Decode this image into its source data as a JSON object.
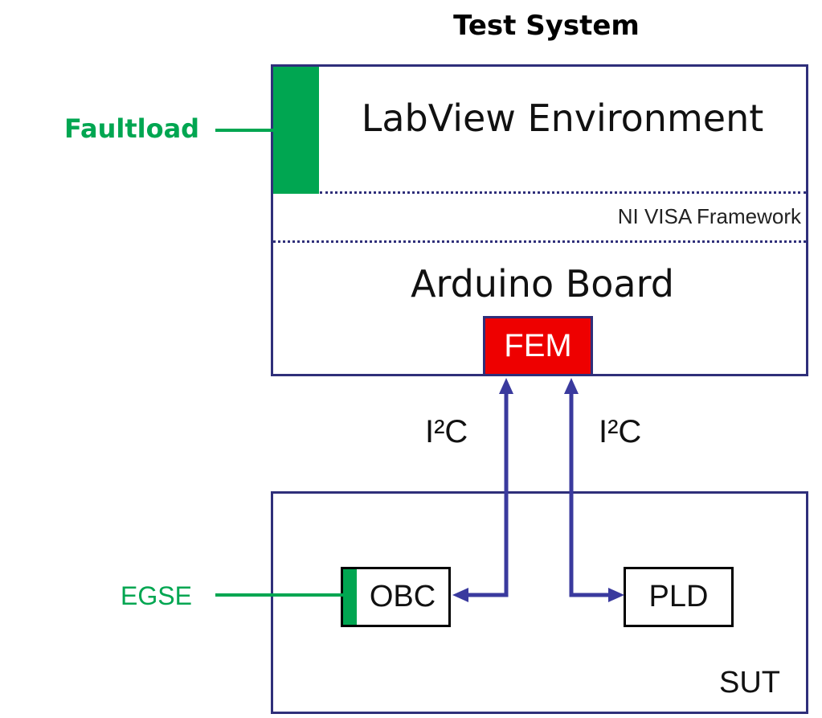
{
  "title": "Test System",
  "test_system": {
    "faultload_label": "Faultload",
    "labview": "LabView Environment",
    "visa": "NI VISA Framework",
    "arduino": "Arduino Board",
    "fem": "FEM"
  },
  "links": {
    "left_label": "I²C",
    "right_label": "I²C"
  },
  "sut": {
    "label": "SUT",
    "egse_label": "EGSE",
    "obc": "OBC",
    "pld": "PLD"
  },
  "colors": {
    "green": "#00a651",
    "fem_red": "#ee0000",
    "line_blue": "#2f2f7a",
    "arrow_blue": "#3a3a9e"
  }
}
